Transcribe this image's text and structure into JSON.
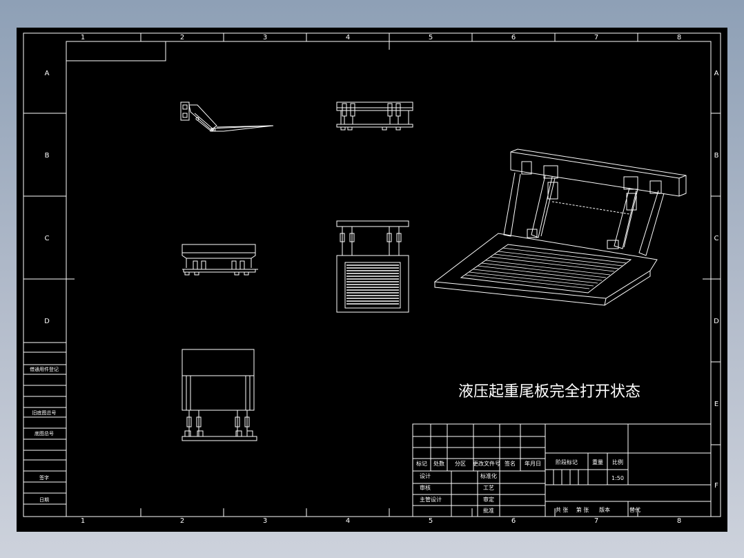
{
  "grid": {
    "columns": [
      "1",
      "2",
      "3",
      "4",
      "5",
      "6",
      "7",
      "8"
    ],
    "rows_left": [
      "A",
      "B",
      "C",
      "D"
    ],
    "rows_right": [
      "A",
      "B",
      "C",
      "D",
      "E",
      "F"
    ]
  },
  "revision_block": {
    "labels": [
      "借通用件登记",
      "旧底图总号",
      "底图总号",
      "签字",
      "日期"
    ]
  },
  "drawing_title": "液压起重尾板完全打开状态",
  "title_block": {
    "header_labels": [
      "标记",
      "处数",
      "分区",
      "更改文件号",
      "签名",
      "年月日"
    ],
    "right_header_labels": [
      "阶段标记",
      "重量",
      "比例"
    ],
    "scale": "1:50",
    "row_labels_left": [
      "设计",
      "审核",
      "主管设计"
    ],
    "row_labels_mid": [
      "标准化",
      "工艺",
      "审定",
      "批准"
    ],
    "bottom_labels": [
      "共 张",
      "第 张",
      "版本",
      "替代"
    ]
  },
  "colors": {
    "line": "#ffffff",
    "background": "#000000",
    "frame_bg": "#9aa7bb"
  }
}
